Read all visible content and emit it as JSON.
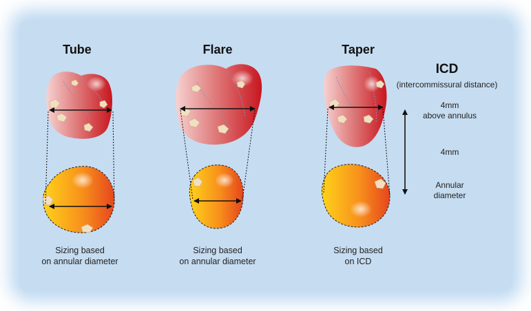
{
  "columns": [
    {
      "title": "Tube",
      "caption_line1": "Sizing based",
      "caption_line2": "on annular diameter"
    },
    {
      "title": "Flare",
      "caption_line1": "Sizing based",
      "caption_line2": "on annular diameter"
    },
    {
      "title": "Taper",
      "caption_line1": "Sizing based",
      "caption_line2": "on ICD"
    }
  ],
  "legend": {
    "icd_title": "ICD",
    "icd_subtitle": "(intercommissural distance)",
    "upper_line1": "4mm",
    "upper_line2": "above annulus",
    "middle": "4mm",
    "lower_line1": "Annular",
    "lower_line2": "diameter"
  },
  "colors": {
    "panel": "#c6dcf1",
    "upper_valve": "#d83a3a",
    "annulus": "#f39a1a",
    "arrow": "#111111"
  }
}
